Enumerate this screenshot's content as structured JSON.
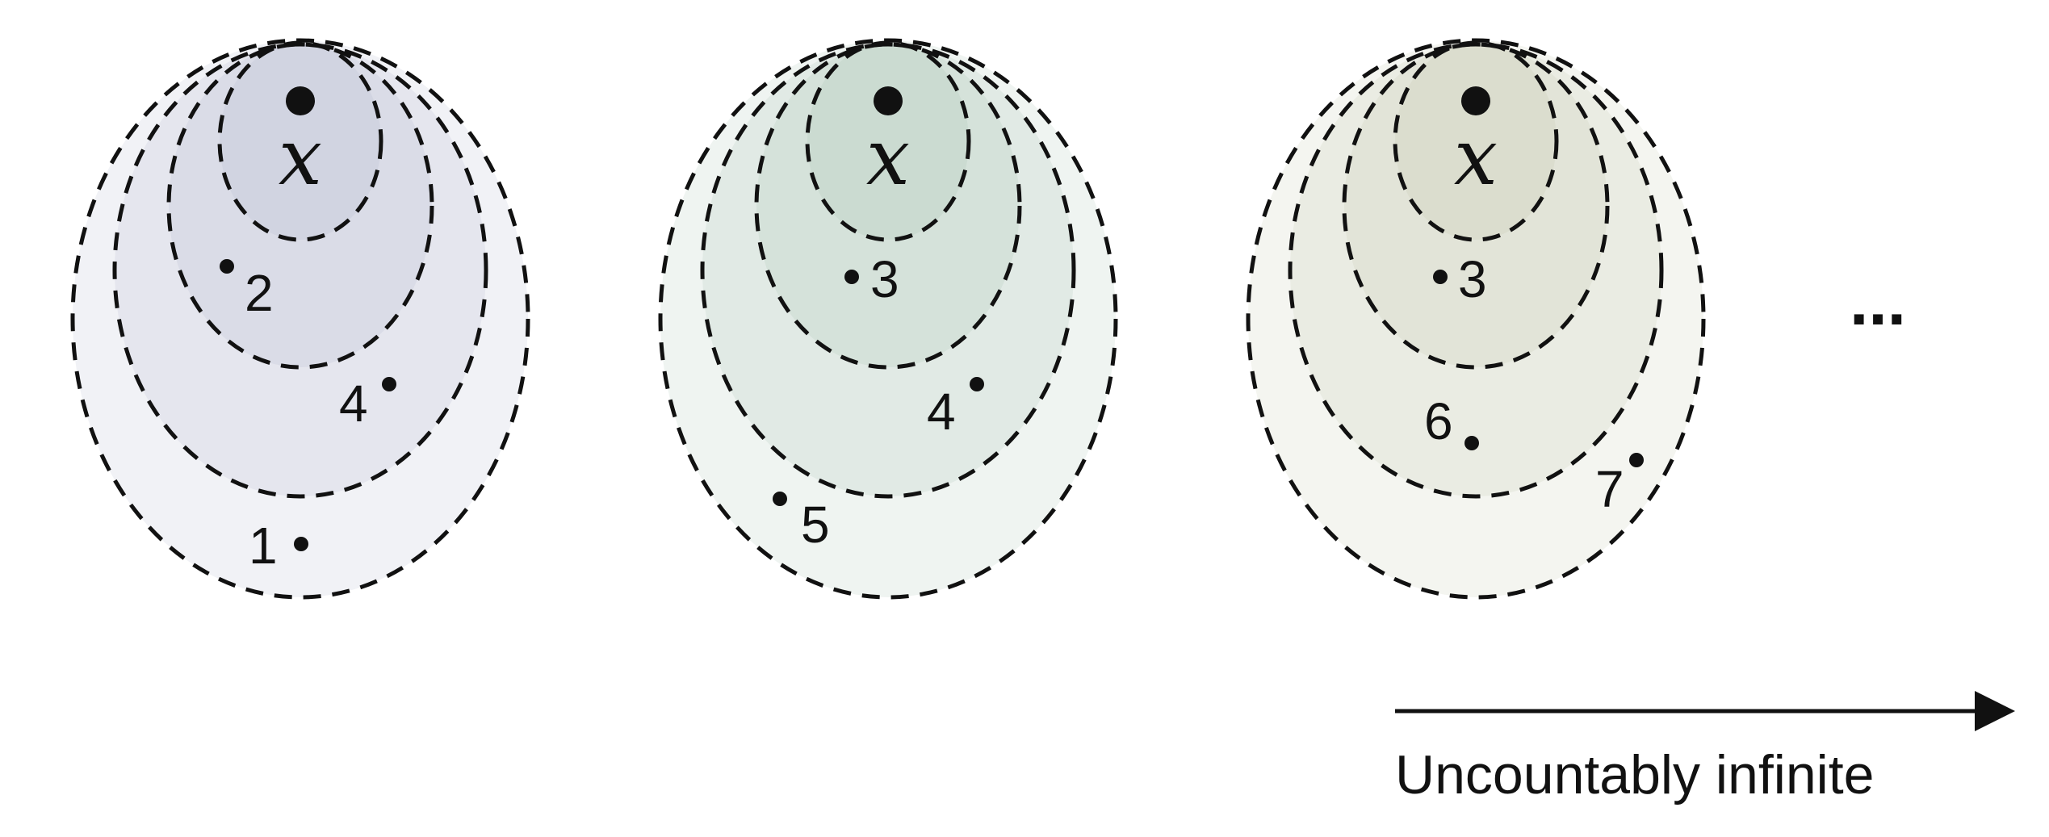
{
  "center_label": "x",
  "ellipsis": "...",
  "caption": "Uncountably infinite",
  "panels": [
    {
      "fill_color": "#9aa3bf",
      "points": [
        {
          "label": "2"
        },
        {
          "label": "4"
        },
        {
          "label": "1"
        }
      ]
    },
    {
      "fill_color": "#8fb39a",
      "points": [
        {
          "label": "3"
        },
        {
          "label": "4"
        },
        {
          "label": "5"
        }
      ]
    },
    {
      "fill_color": "#aeb596",
      "points": [
        {
          "label": "3"
        },
        {
          "label": "6"
        },
        {
          "label": "7"
        }
      ]
    }
  ]
}
